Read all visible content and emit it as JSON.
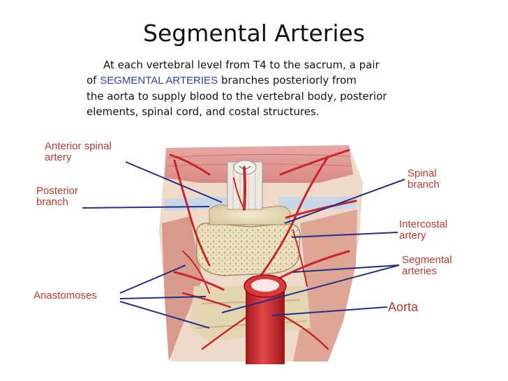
{
  "title": "Segmental Arteries",
  "body": {
    "line1": "At each vertebral level from T4 to the sacrum, a pair",
    "line2_pre": "of ",
    "line2_highlight": "SEGMENTAL ARTERIES",
    "line2_post": " branches posteriorly from",
    "line3": "the aorta to supply blood to the vertebral body, posterior",
    "line4": "elements, spinal cord, and costal structures."
  },
  "labels": {
    "anterior_spinal_1": "Anterior spinal",
    "anterior_spinal_2": "artery",
    "posterior_1": "Posterior",
    "posterior_2": "branch",
    "spinal_1": "Spinal",
    "spinal_2": "branch",
    "intercostal_1": "Intercostal",
    "intercostal_2": "artery",
    "segmental_1": "Segmental",
    "segmental_2": "arteries",
    "anastomoses": "Anastomoses",
    "aorta": "Aorta"
  },
  "colors": {
    "label": "#c0392b",
    "highlight": "#2b3fb5",
    "leader": "#1f2f8a",
    "artery": "#c8262a"
  }
}
